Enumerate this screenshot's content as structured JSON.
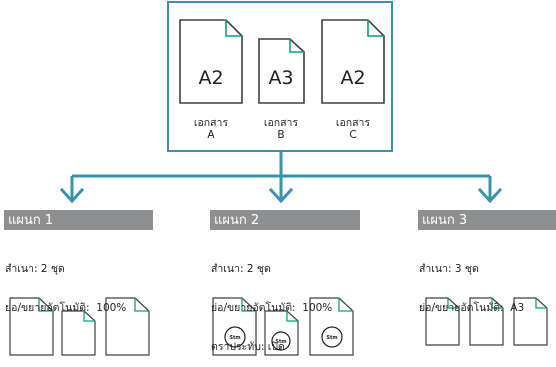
{
  "source": {
    "documents": [
      {
        "size": "A2",
        "label_line1": "เอกสาร",
        "label_line2": "A"
      },
      {
        "size": "A3",
        "label_line1": "เอกสาร",
        "label_line2": "B"
      },
      {
        "size": "A2",
        "label_line1": "เอกสาร",
        "label_line2": "C"
      }
    ]
  },
  "departments": [
    {
      "title": "แผนก 1",
      "copies": "สำเนา: 2 ชุด",
      "zoom": "ย่อ/ขยายอัตโนมัติ:  100%",
      "stamp": ""
    },
    {
      "title": "แผนก 2",
      "copies": "สำเนา: 2 ชุด",
      "zoom": "ย่อ/ขยายอัตโนมัติ:  100%",
      "stamp": "ตราประทับ: เปิด"
    },
    {
      "title": "แผนก 3",
      "copies": "สำเนา: 3 ชุด",
      "zoom": "ย่อ/ขยายอัตโนมัติ:  A3",
      "stamp": ""
    }
  ],
  "stamp_text": "Stm",
  "colors": {
    "accent": "#3a93ad",
    "fold": "#00a77e",
    "header": "#8e8f91",
    "outline": "#404040"
  }
}
